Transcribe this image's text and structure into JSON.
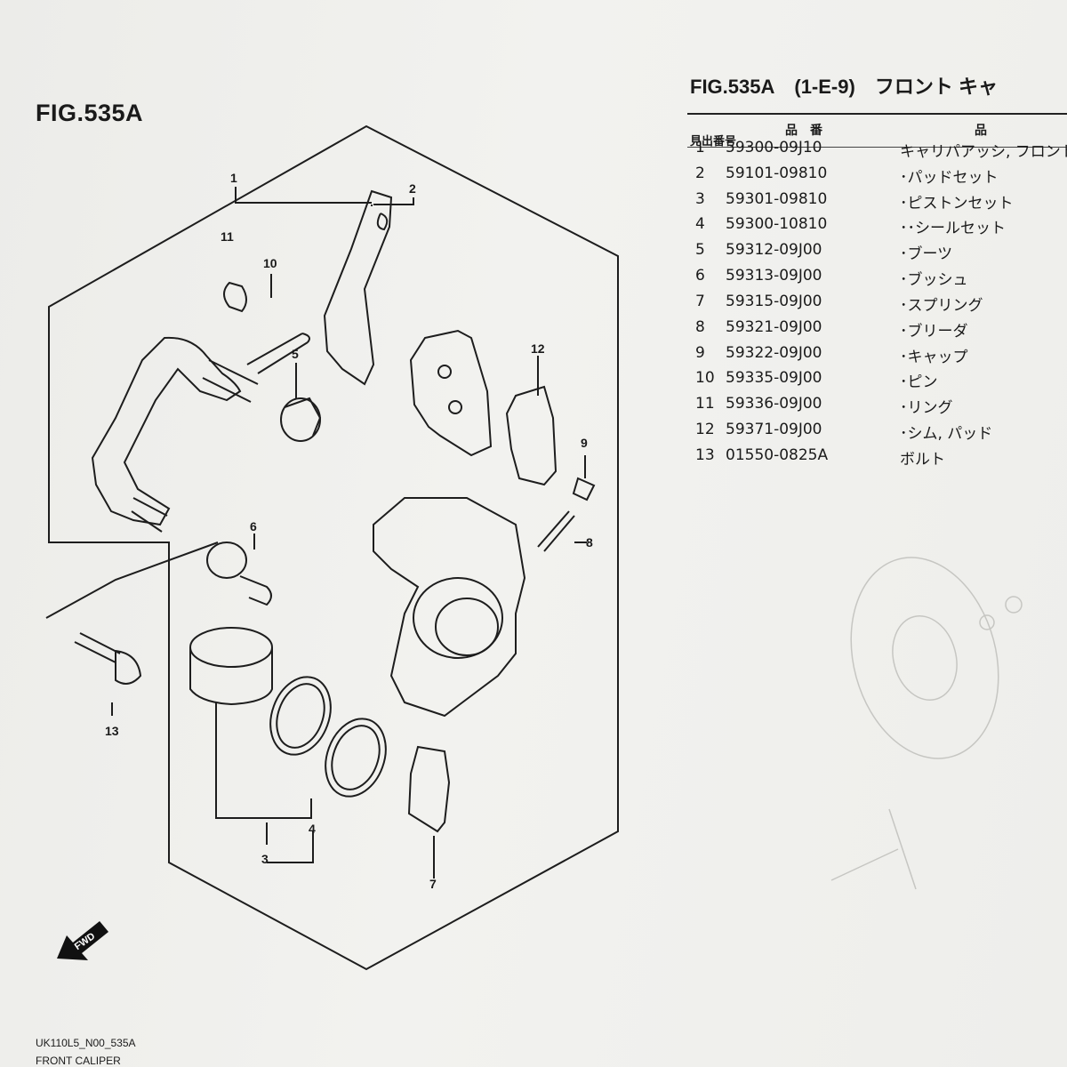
{
  "figure": {
    "title": "FIG.535A"
  },
  "parts_table": {
    "title_fig": "FIG.535A",
    "title_code": "(1-E-9)",
    "title_name": "フロント キャ",
    "col_index": "見出番号",
    "col_part_no": "品　番",
    "col_name": "品",
    "rows": [
      {
        "no": "1",
        "part": "59300-09J10",
        "name": "キャリパアッシ, フロント"
      },
      {
        "no": "2",
        "part": "59101-09810",
        "name": "･パッドセット"
      },
      {
        "no": "3",
        "part": "59301-09810",
        "name": "･ピストンセット"
      },
      {
        "no": "4",
        "part": "59300-10810",
        "name": "･･シールセット"
      },
      {
        "no": "5",
        "part": "59312-09J00",
        "name": "･ブーツ"
      },
      {
        "no": "6",
        "part": "59313-09J00",
        "name": "･ブッシュ"
      },
      {
        "no": "7",
        "part": "59315-09J00",
        "name": "･スプリング"
      },
      {
        "no": "8",
        "part": "59321-09J00",
        "name": "･ブリーダ"
      },
      {
        "no": "9",
        "part": "59322-09J00",
        "name": "･キャップ"
      },
      {
        "no": "10",
        "part": "59335-09J00",
        "name": "･ピン"
      },
      {
        "no": "11",
        "part": "59336-09J00",
        "name": "･リング"
      },
      {
        "no": "12",
        "part": "59371-09J00",
        "name": "･シム, パッド"
      },
      {
        "no": "13",
        "part": "01550-0825A",
        "name": "ボルト"
      }
    ]
  },
  "callouts": {
    "c1": "1",
    "c2": "2",
    "c3": "3",
    "c4": "4",
    "c5": "5",
    "c6": "6",
    "c7": "7",
    "c8": "8",
    "c9": "9",
    "c10": "10",
    "c11": "11",
    "c12": "12",
    "c13": "13"
  },
  "fwd_label": "FWD",
  "footer": {
    "code": "UK110L5_N00_535A",
    "caption": "FRONT CALIPER"
  }
}
